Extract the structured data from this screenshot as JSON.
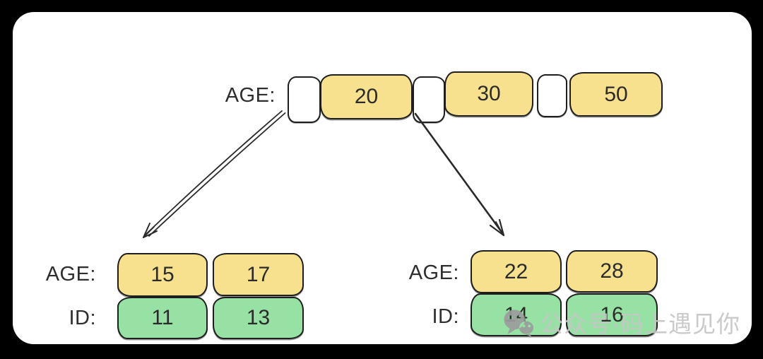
{
  "colors": {
    "frame": "#000000",
    "panel": "#FFFFFF",
    "key_fill": "#F8E18E",
    "id_fill": "#96E1A3",
    "stroke": "#1E1E1E",
    "text": "#2B2B2B",
    "watermark_text": "#C6C6C6",
    "watermark_icon": "#9C9C9C"
  },
  "root_node": {
    "label": "AGE:",
    "cells": [
      {
        "type": "pointer",
        "value": ""
      },
      {
        "type": "key",
        "value": "20"
      },
      {
        "type": "pointer",
        "value": ""
      },
      {
        "type": "key",
        "value": "30"
      },
      {
        "type": "pointer",
        "value": ""
      },
      {
        "type": "key",
        "value": "50"
      }
    ]
  },
  "left_leaf": {
    "age_label": "AGE:",
    "id_label": "ID:",
    "ages": [
      "15",
      "17"
    ],
    "ids": [
      "11",
      "13"
    ]
  },
  "right_leaf": {
    "age_label": "AGE:",
    "id_label": "ID:",
    "ages": [
      "22",
      "28"
    ],
    "ids": [
      "14",
      "16"
    ]
  },
  "watermark": {
    "icon": "wechat-icon",
    "text": "公众号·码上遇见你"
  }
}
